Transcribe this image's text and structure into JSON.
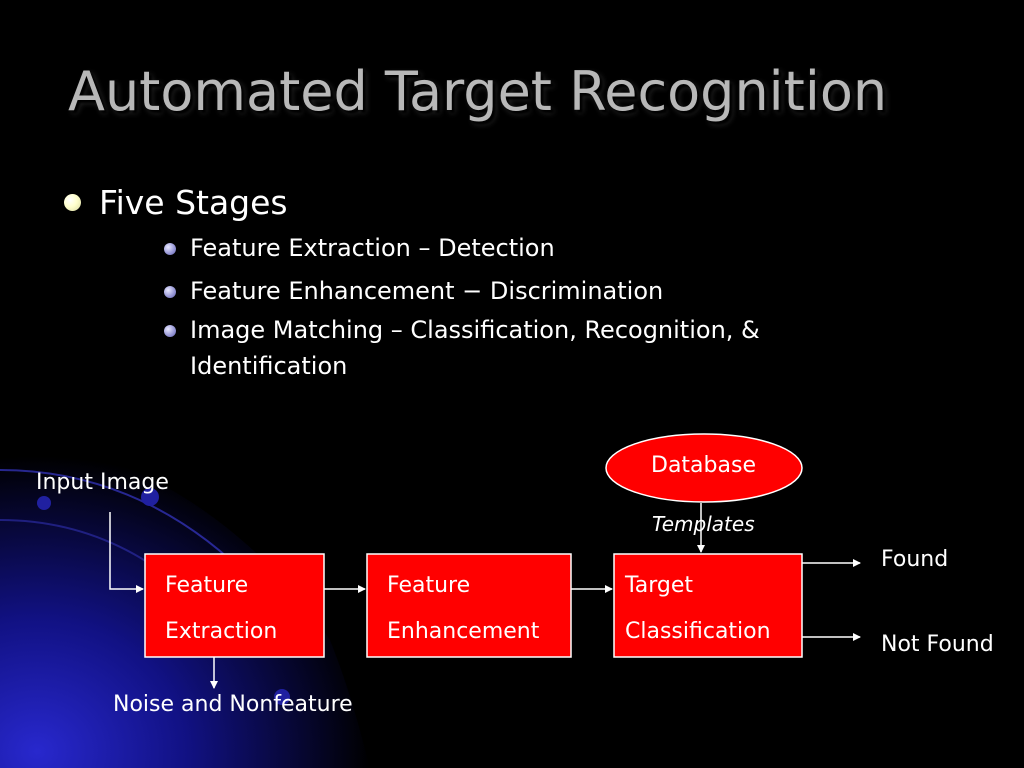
{
  "slide": {
    "title": "Automated Target Recognition",
    "bullet": "Five Stages",
    "subbullets": [
      "Feature Extraction – Detection",
      "Feature Enhancement − Discrimination",
      "Image Matching – Classification, Recognition, & Identification"
    ]
  },
  "diagram": {
    "input_label": "Input Image",
    "database_label": "Database",
    "templates_label": "Templates",
    "boxes": [
      {
        "line1": "Feature",
        "line2": "Extraction"
      },
      {
        "line1": "Feature",
        "line2": "Enhancement"
      },
      {
        "line1": "Target",
        "line2": "Classification"
      }
    ],
    "found_label": "Found",
    "not_found_label": "Not Found",
    "noise_label": "Noise and Nonfeature"
  },
  "colors": {
    "background": "#000000",
    "box_fill": "#ff0000",
    "title": "#b8b8b8",
    "accent_blue": "#1a1aa8"
  }
}
